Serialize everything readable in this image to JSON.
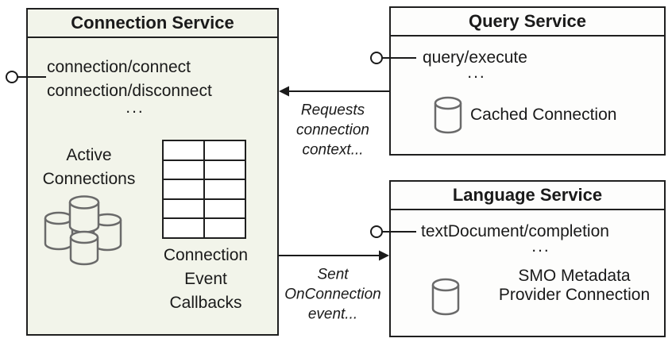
{
  "colors": {
    "box_border": "#1f1f1f",
    "connection_fill": "#f2f4ea",
    "service_fill": "#fdfdfc",
    "text_color": "#1a1a1a",
    "cylinder_stroke": "#6a6a6a",
    "connector": "#1a1a1a"
  },
  "connection_service": {
    "title": "Connection Service",
    "methods": [
      "connection/connect",
      "connection/disconnect"
    ],
    "more": "...",
    "active_connections_label": "Active Connections",
    "callbacks_label": "Connection Event Callbacks",
    "callbacks_table": {
      "rows": 5,
      "cols": 2
    }
  },
  "query_service": {
    "title": "Query Service",
    "method": "query/execute",
    "more": "...",
    "connection_label": "Cached Connection"
  },
  "language_service": {
    "title": "Language Service",
    "method": "textDocument/completion",
    "more": "...",
    "connection_label": "SMO Metadata Provider Connection"
  },
  "messages": {
    "requests": "Requests connection context...",
    "sent": "Sent OnConnection event..."
  }
}
